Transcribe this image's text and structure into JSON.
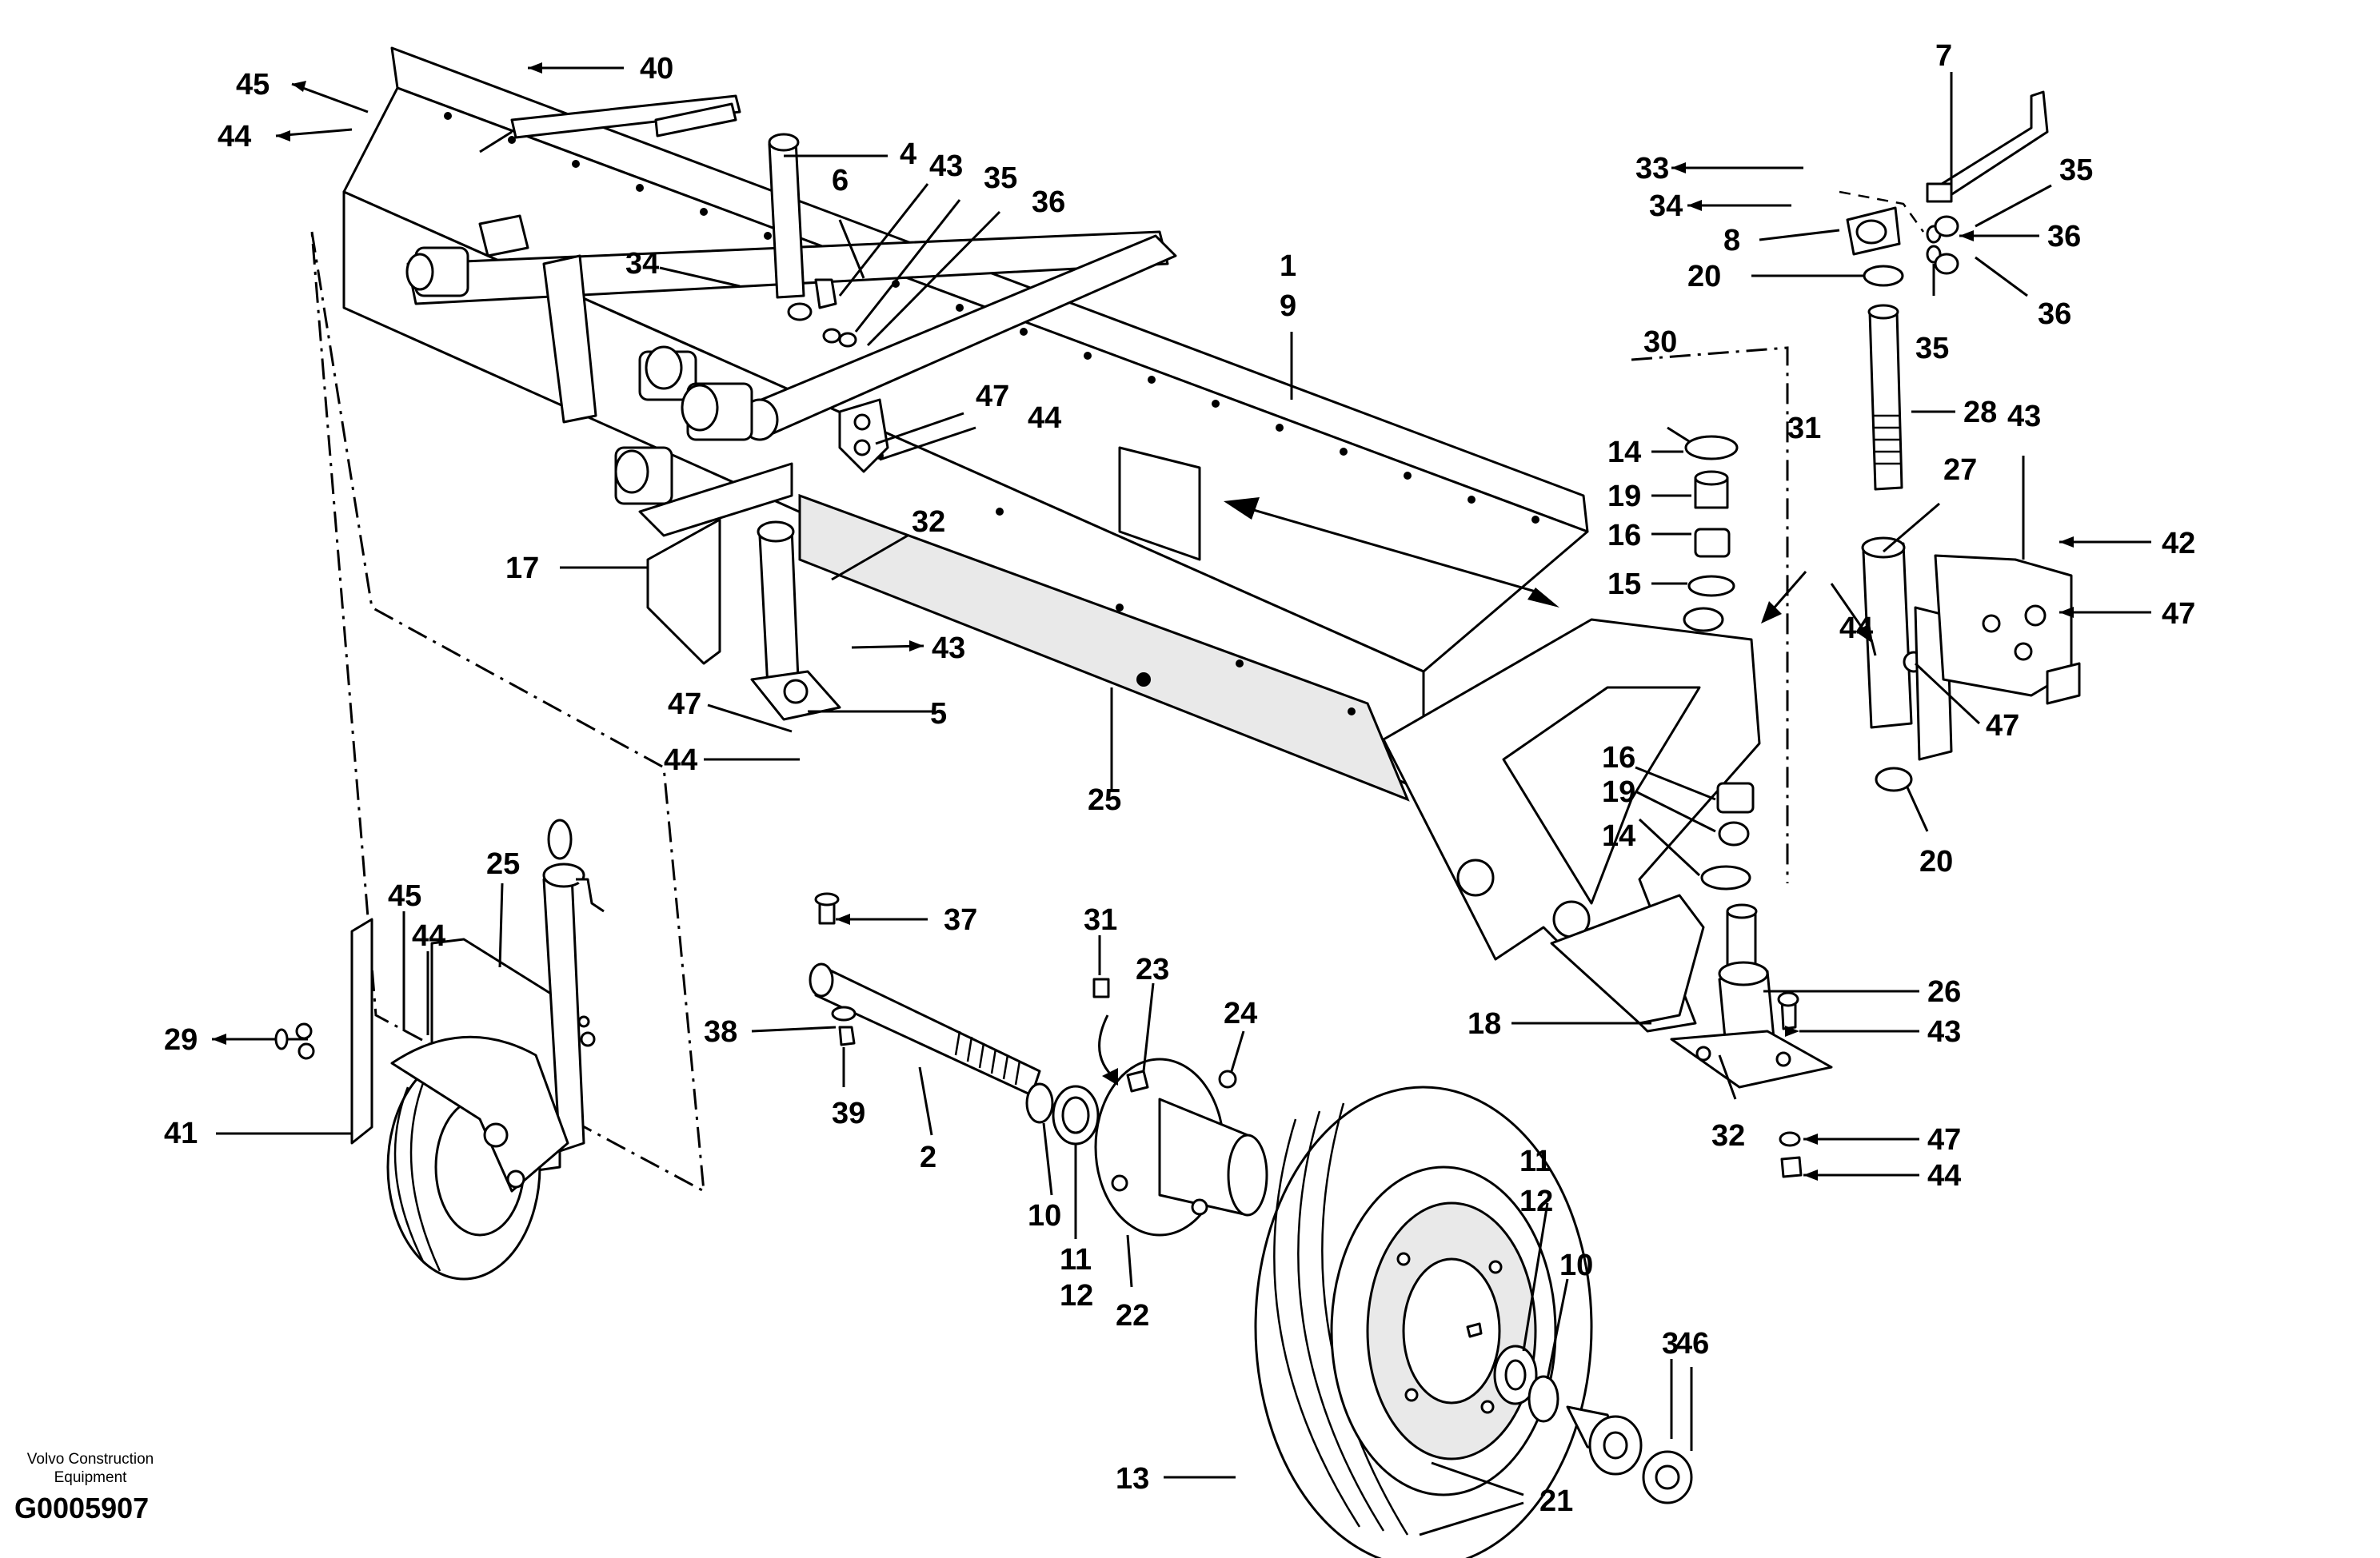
{
  "footer": {
    "brand_line1": "Volvo Construction",
    "brand_line2": "Equipment",
    "drawing_ref": "G0005907"
  },
  "callouts": [
    {
      "label": "40"
    },
    {
      "label": "45"
    },
    {
      "label": "44"
    },
    {
      "label": "4"
    },
    {
      "label": "43"
    },
    {
      "label": "35"
    },
    {
      "label": "6"
    },
    {
      "label": "36"
    },
    {
      "label": "34"
    },
    {
      "label": "1"
    },
    {
      "label": "9"
    },
    {
      "label": "47"
    },
    {
      "label": "44"
    },
    {
      "label": "32"
    },
    {
      "label": "17"
    },
    {
      "label": "43"
    },
    {
      "label": "47"
    },
    {
      "label": "5"
    },
    {
      "label": "44"
    },
    {
      "label": "25"
    },
    {
      "label": "7"
    },
    {
      "label": "33"
    },
    {
      "label": "35"
    },
    {
      "label": "34"
    },
    {
      "label": "36"
    },
    {
      "label": "8"
    },
    {
      "label": "20"
    },
    {
      "label": "36"
    },
    {
      "label": "35"
    },
    {
      "label": "30"
    },
    {
      "label": "28"
    },
    {
      "label": "14"
    },
    {
      "label": "31"
    },
    {
      "label": "43"
    },
    {
      "label": "19"
    },
    {
      "label": "27"
    },
    {
      "label": "16"
    },
    {
      "label": "42"
    },
    {
      "label": "15"
    },
    {
      "label": "47"
    },
    {
      "label": "44"
    },
    {
      "label": "47"
    },
    {
      "label": "16"
    },
    {
      "label": "19"
    },
    {
      "label": "14"
    },
    {
      "label": "20"
    },
    {
      "label": "26"
    },
    {
      "label": "43"
    },
    {
      "label": "18"
    },
    {
      "label": "32"
    },
    {
      "label": "47"
    },
    {
      "label": "44"
    },
    {
      "label": "37"
    },
    {
      "label": "31"
    },
    {
      "label": "23"
    },
    {
      "label": "24"
    },
    {
      "label": "38"
    },
    {
      "label": "39"
    },
    {
      "label": "2"
    },
    {
      "label": "10"
    },
    {
      "label": "11"
    },
    {
      "label": "12"
    },
    {
      "label": "22"
    },
    {
      "label": "11"
    },
    {
      "label": "12"
    },
    {
      "label": "10"
    },
    {
      "label": "3"
    },
    {
      "label": "46"
    },
    {
      "label": "13"
    },
    {
      "label": "21"
    },
    {
      "label": "45"
    },
    {
      "label": "25"
    },
    {
      "label": "44"
    },
    {
      "label": "29"
    },
    {
      "label": "41"
    }
  ]
}
